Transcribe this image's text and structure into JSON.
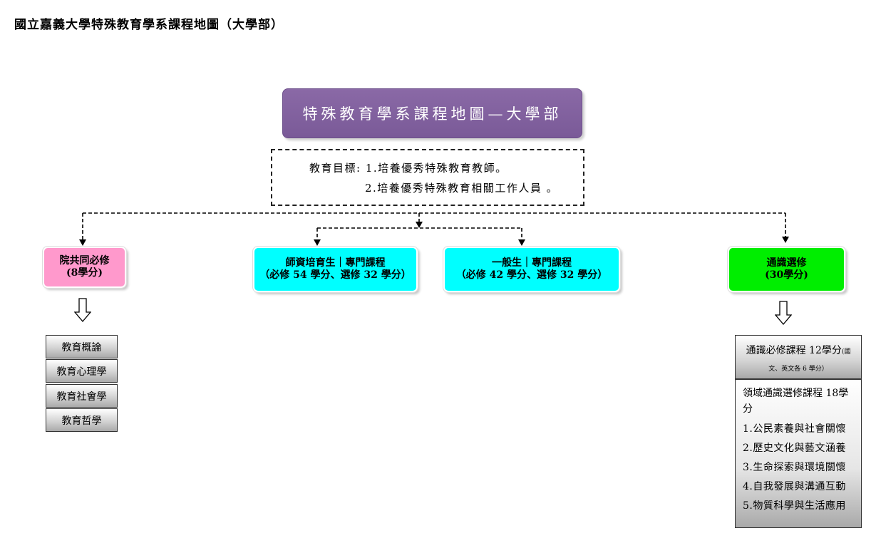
{
  "page_title": "國立嘉義大學特殊教育學系課程地圖（大學部）",
  "main_title": "特殊教育學系課程地圖—大學部",
  "goals": {
    "line1": "教育目標: 1.培養優秀特殊教育教師。",
    "line2": "2.培養優秀特殊教育相關工作人員 。"
  },
  "categories": {
    "college": {
      "name": "院共同必修",
      "credits": "(8學分)",
      "color": "#ff99cc"
    },
    "teacher": {
      "name": "師資培育生｜專門課程",
      "credits": "（必修 54 學分、選修 32 學分）",
      "color": "#00ffff"
    },
    "general": {
      "name": "一般生｜專門課程",
      "credits": "（必修 42 學分、選修 32 學分）",
      "color": "#00ffff"
    },
    "ged": {
      "name": "通識選修",
      "credits": "(30學分)",
      "color": "#00ee00"
    }
  },
  "college_courses": [
    "教育概論",
    "教育心理學",
    "教育社會學",
    "教育哲學"
  ],
  "ged_required": {
    "main": "通識必修課程 12學分",
    "note_a": "(國",
    "note_b": "文、英文各 6 學分）"
  },
  "ged_area": {
    "title": "領域通識選修課程 18學分",
    "items": [
      "1.公民素養與社會關懷",
      "2.歷史文化與藝文涵養",
      "3.生命探索與環境關懷",
      "4.自我發展與溝通互動",
      "5.物質科學與生活應用"
    ]
  }
}
